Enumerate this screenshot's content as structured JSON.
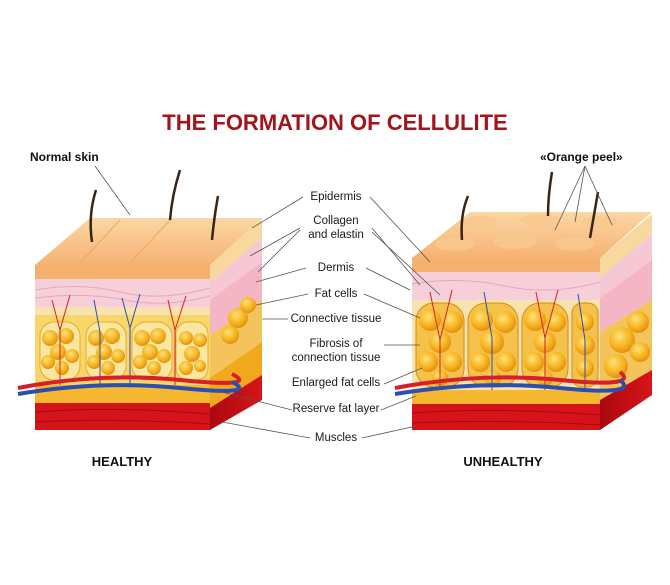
{
  "title": "THE FORMATION OF CELLULITE",
  "left_caption": "Normal skin",
  "right_caption": "«Orange peel»",
  "labels": {
    "epidermis": "Epidermis",
    "collagen_1": "Collagen",
    "collagen_2": "and elastin",
    "dermis": "Dermis",
    "fat_cells": "Fat cells",
    "connective": "Connective tissue",
    "fibrosis_1": "Fibrosis of",
    "fibrosis_2": "connection tissue",
    "enlarged": "Enlarged fat cells",
    "reserve": "Reserve fat layer",
    "muscles": "Muscles"
  },
  "bottom_left": "HEALTHY",
  "bottom_right": "UNHEALTHY",
  "colors": {
    "title": "#a3141b",
    "epidermis": "#f5b06e",
    "dermis": "#f7cfd9",
    "fat": "#f2a81d",
    "muscle": "#d5131a",
    "artery": "#d81e2a",
    "vein": "#2b4fb0"
  }
}
